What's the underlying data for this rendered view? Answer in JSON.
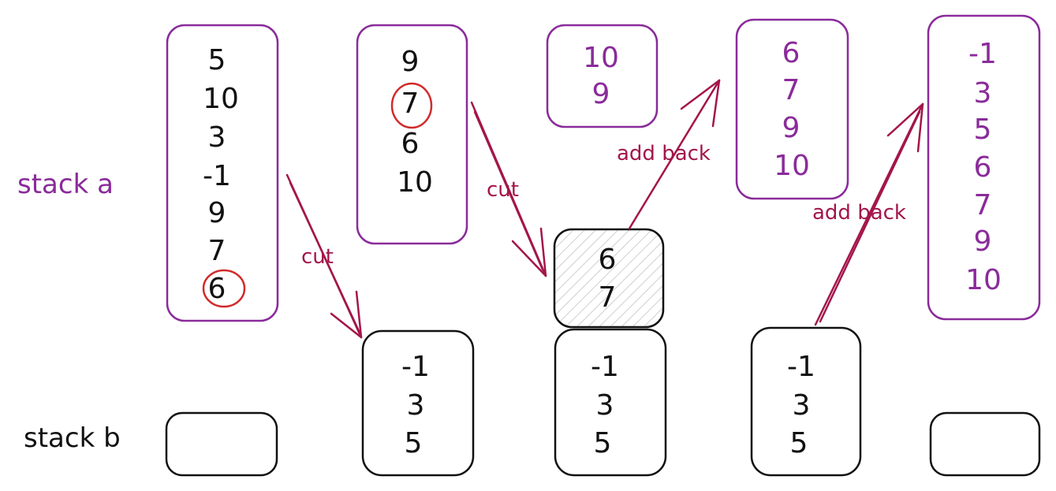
{
  "labels": {
    "stack_a": "stack a",
    "stack_b": "stack b",
    "cut_1": "cut",
    "cut_2": "cut",
    "add_back_1": "add back",
    "add_back_2": "add back"
  },
  "colors": {
    "purple": "#8a2b9a",
    "black": "#111111",
    "red": "#d12a2a",
    "arrow": "#a3164a",
    "hatch": "#d6d6d6"
  },
  "stacks": {
    "a1": [
      "5",
      "10",
      "3",
      "-1",
      "9",
      "7",
      "6"
    ],
    "a2": [
      "9",
      "7",
      "6",
      "10"
    ],
    "a3": [
      "10",
      "9"
    ],
    "mid": [
      "6",
      "7"
    ],
    "a4": [
      "6",
      "7",
      "9",
      "10"
    ],
    "a5": [
      "-1",
      "3",
      "5",
      "6",
      "7",
      "9",
      "10"
    ],
    "b2": [
      "-1",
      "3",
      "5"
    ],
    "b3": [
      "-1",
      "3",
      "5"
    ],
    "b4": [
      "-1",
      "3",
      "5"
    ]
  }
}
